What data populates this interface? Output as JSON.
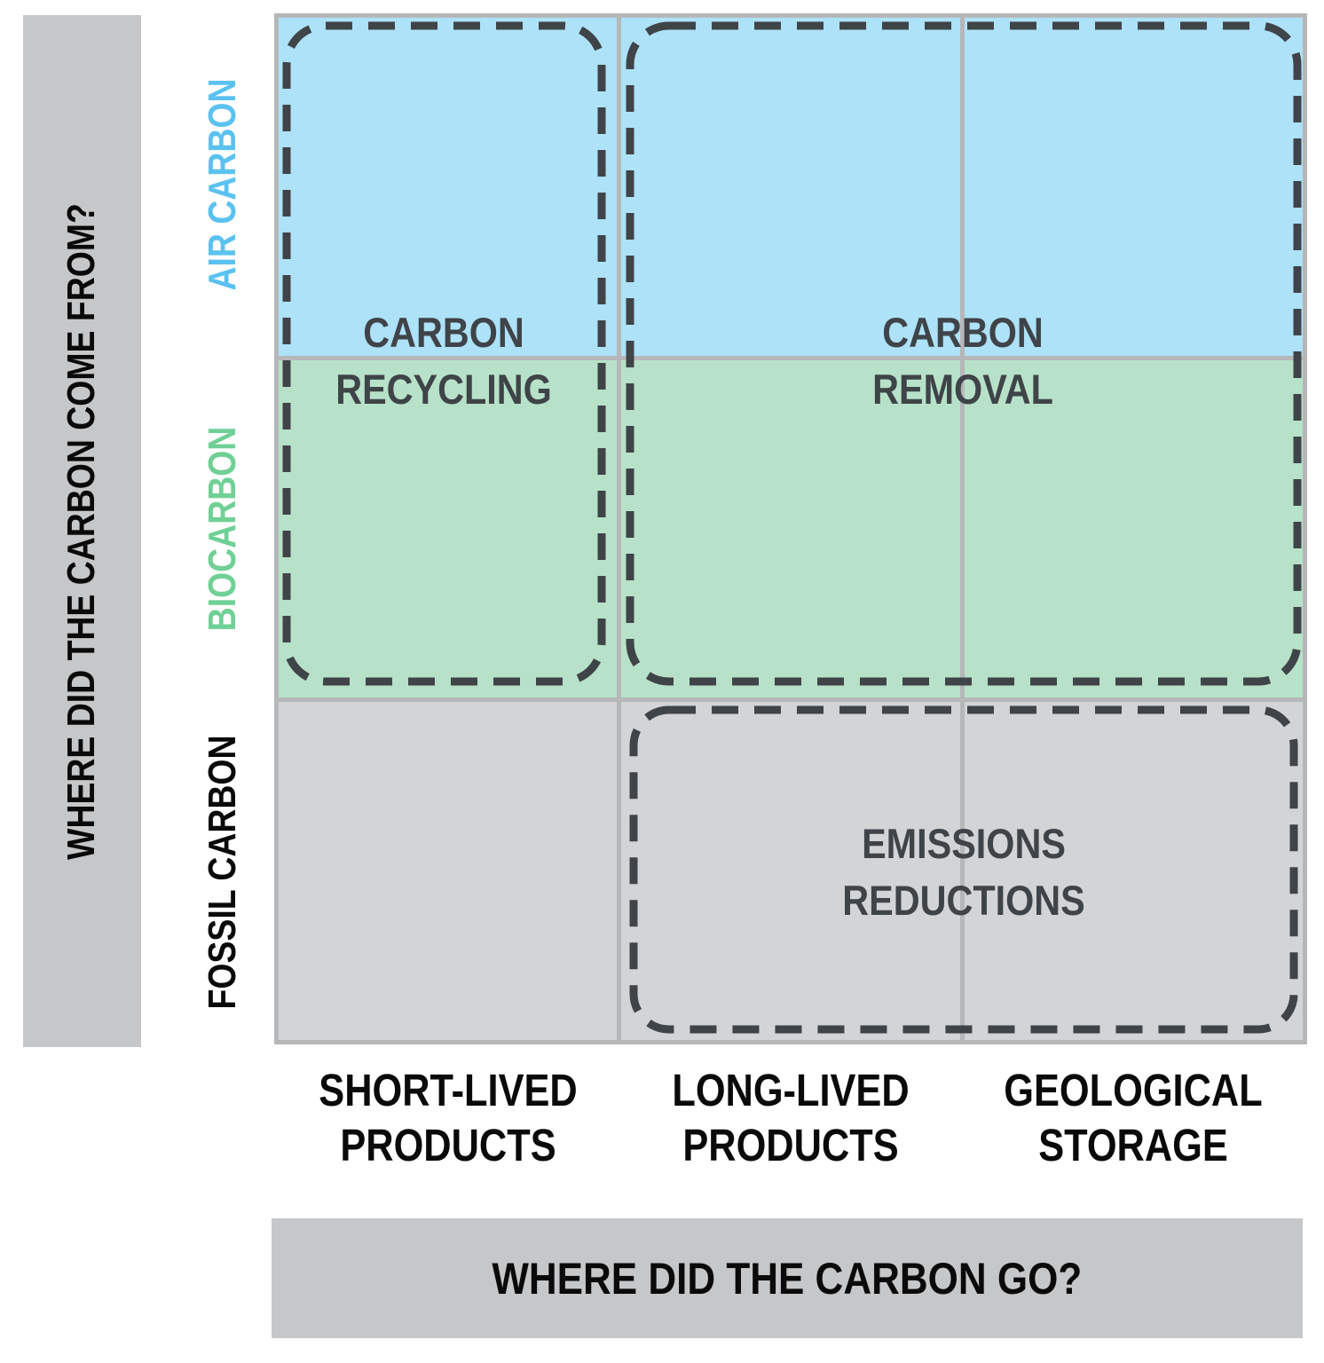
{
  "figure": {
    "y_axis": {
      "title": "WHERE DID THE CARBON COME FROM?"
    },
    "x_axis": {
      "title": "WHERE DID THE CARBON GO?"
    },
    "rows": [
      {
        "id": "air-carbon",
        "label": "AIR CARBON",
        "label_color": "#5bc2f0",
        "cell_color": "#ade2f9"
      },
      {
        "id": "biocarbon",
        "label": "BIOCARBON",
        "label_color": "#70d095",
        "cell_color": "#b7e2c9"
      },
      {
        "id": "fossil-carbon",
        "label": "FOSSIL CARBON",
        "label_color": "#0a0a0a",
        "cell_color": "#d3d4d6"
      }
    ],
    "columns": [
      {
        "id": "short-lived-products",
        "lines": [
          "SHORT-LIVED",
          "PRODUCTS"
        ]
      },
      {
        "id": "long-lived-products",
        "lines": [
          "LONG-LIVED",
          "PRODUCTS"
        ]
      },
      {
        "id": "geological-storage",
        "lines": [
          "GEOLOGICAL",
          "STORAGE"
        ]
      }
    ],
    "regions": [
      {
        "id": "carbon-recycling",
        "lines": [
          "CARBON",
          "RECYCLING"
        ],
        "covers": {
          "rows": [
            "air-carbon",
            "biocarbon"
          ],
          "columns": [
            "short-lived-products"
          ]
        }
      },
      {
        "id": "carbon-removal",
        "lines": [
          "CARBON",
          "REMOVAL"
        ],
        "covers": {
          "rows": [
            "air-carbon",
            "biocarbon"
          ],
          "columns": [
            "long-lived-products",
            "geological-storage"
          ]
        }
      },
      {
        "id": "emissions-reductions",
        "lines": [
          "EMISSIONS",
          "REDUCTIONS"
        ],
        "covers": {
          "rows": [
            "fossil-carbon"
          ],
          "columns": [
            "long-lived-products",
            "geological-storage"
          ]
        }
      }
    ],
    "colors": {
      "axis_bar_bg": "#c6c7c9",
      "axis_title_text": "#0a0a0a",
      "grid_line": "#b6b7b9",
      "dash_stroke": "#3f4448",
      "region_label_text": "#3f4448",
      "column_label_text": "#0a0a0a"
    }
  }
}
